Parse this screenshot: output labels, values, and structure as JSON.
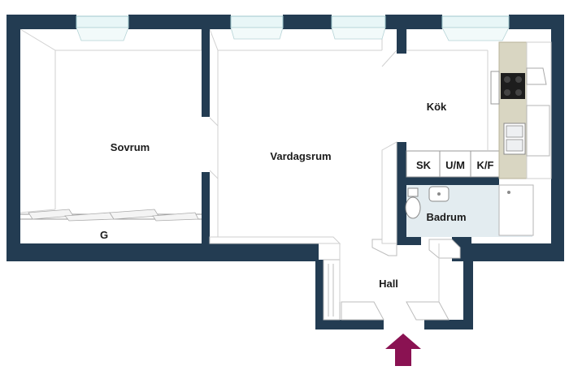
{
  "rooms": {
    "bedroom": "Sovrum",
    "living_room": "Vardagsrum",
    "kitchen": "Kök",
    "bathroom": "Badrum",
    "hall": "Hall",
    "wardrobe": "G"
  },
  "closets": {
    "sk": "SK",
    "um": "U/M",
    "kf": "K/F"
  },
  "colors": {
    "wall": "#233c52",
    "bathroom_floor": "#e3ecf0",
    "counter": "#d9d6c2",
    "entrance_arrow": "#8a1252"
  },
  "icons": {
    "entrance": "entrance-arrow-icon",
    "stove": "stove-icon",
    "sink": "kitchen-sink-icon",
    "toilet": "toilet-icon",
    "washbasin": "washbasin-icon"
  }
}
